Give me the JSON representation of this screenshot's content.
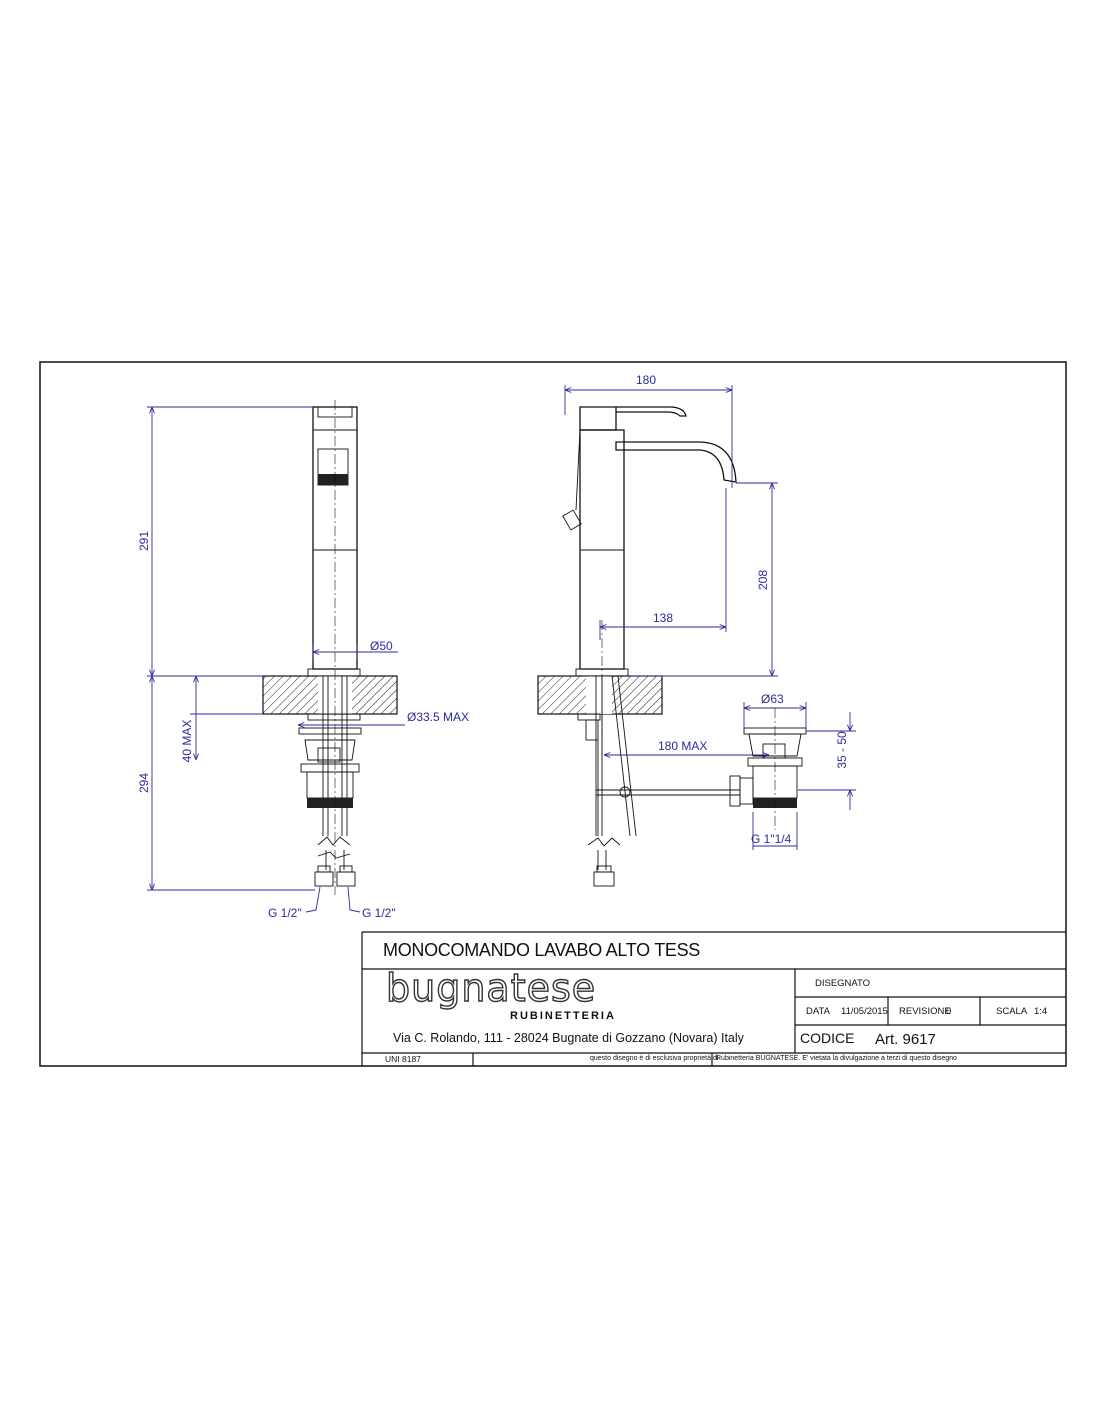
{
  "drawing": {
    "dimensions_front": {
      "height_above_deck": "291",
      "body_diameter": "Ø50",
      "hole_diameter": "Ø33.5 MAX",
      "deck_thickness": "40 MAX",
      "height_below_deck": "294",
      "connection_left": "G 1/2\"",
      "connection_right": "G 1/2\""
    },
    "dimensions_side": {
      "reach_total": "180",
      "spout_height": "208",
      "spout_reach": "138",
      "waste_diameter": "Ø63",
      "waste_rod": "180 MAX",
      "waste_range": "35 - 50",
      "waste_thread": "G 1\"1/4"
    }
  },
  "title_block": {
    "product_title": "MONOCOMANDO LAVABO ALTO TESS",
    "brand": "bugnatese",
    "brand_sub": "RUBINETTERIA",
    "address": "Via C. Rolando, 111 - 28024 Bugnate di Gozzano (Novara) Italy",
    "drawn_label": "DISEGNATO",
    "date_label": "DATA",
    "date_value": "11/05/2015",
    "revision_label": "REVISIONE",
    "revision_value": "0",
    "scale_label": "SCALA",
    "scale_value": "1:4",
    "code_label": "CODICE",
    "code_value": "Art. 9617",
    "standard": "UNI 8187",
    "disclaimer_a": "questo disegno è di esclusiva proprietà di",
    "disclaimer_b": "Rubinetteria BUGNATESE. E' vietata la divulgazione a terzi di questo disegno"
  },
  "colors": {
    "dimension": "#2b2b9c",
    "line": "#111111"
  }
}
